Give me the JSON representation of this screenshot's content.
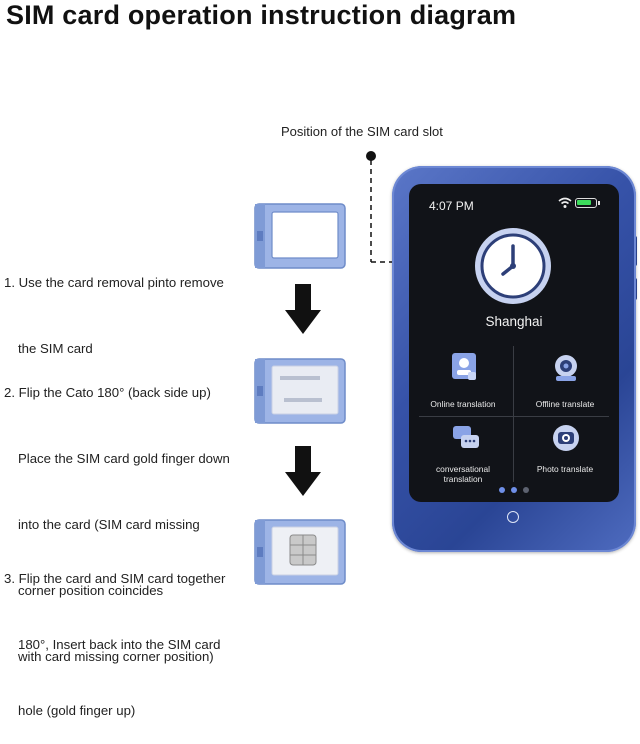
{
  "title": "SIM card operation instruction diagram",
  "slot_label": "Position of the SIM card slot",
  "steps": [
    {
      "lines": [
        "1. Use the card removal pinto remove",
        "the SIM card"
      ]
    },
    {
      "lines": [
        "2. Flip the Cato 180° (back side up)",
        "Place the SIM card gold finger down",
        "into the card (SIM card missing",
        "corner position coincides",
        "with card missing corner position)"
      ]
    },
    {
      "lines": [
        "3. Flip the card and SIM card together",
        "180°, Insert back into the SIM card",
        "hole (gold finger up)"
      ]
    }
  ],
  "phone": {
    "time": "4:07 PM",
    "city": "Shanghai",
    "apps": [
      {
        "label": "Online translation"
      },
      {
        "label": "Offline translate"
      },
      {
        "label_lines": [
          "conversational",
          "translation"
        ]
      },
      {
        "label": "Photo translate"
      }
    ]
  },
  "colors": {
    "phone_body": "#3652a8",
    "tray": "#8fa9e0",
    "battery": "#3ddc5c",
    "clock_face": "#c7d2f0"
  }
}
